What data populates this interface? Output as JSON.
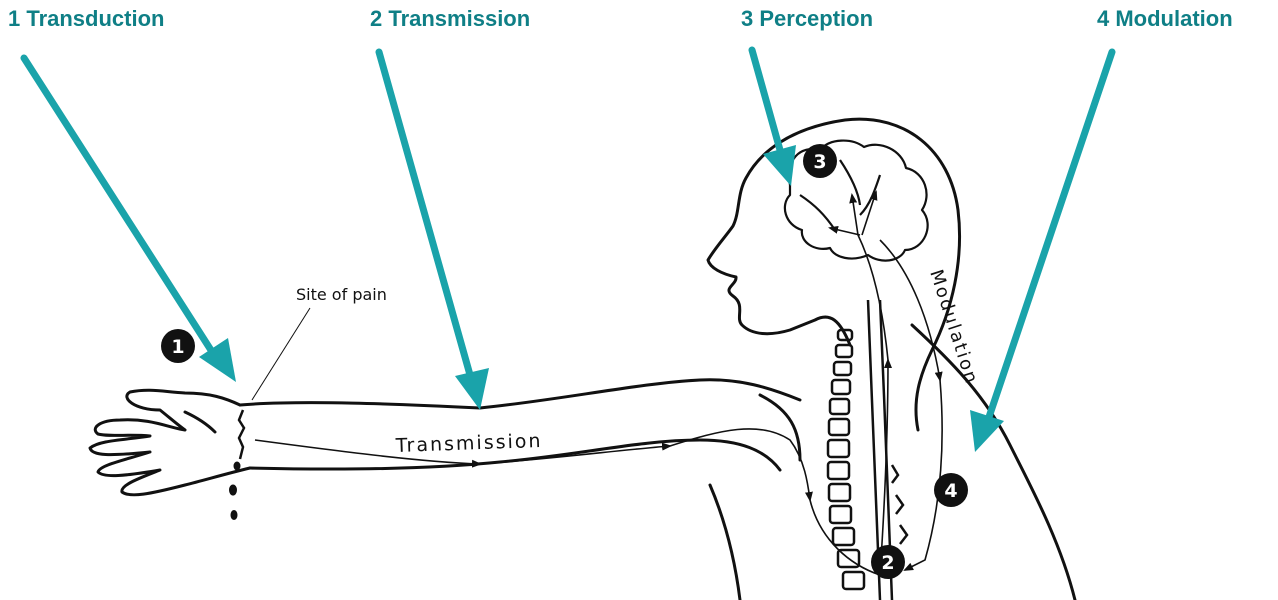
{
  "steps": [
    {
      "label": "1 Transduction"
    },
    {
      "label": "2 Transmission"
    },
    {
      "label": "3 Perception"
    },
    {
      "label": "4 Modulation"
    }
  ],
  "annotations": {
    "site_of_pain": "Site of pain",
    "transmission": "Transmission",
    "modulation": "Modulation"
  },
  "markers": [
    "1",
    "2",
    "3",
    "4"
  ],
  "colors": {
    "pointer": "#1aa3aa",
    "title": "#0f7f86",
    "ink": "#111111"
  }
}
